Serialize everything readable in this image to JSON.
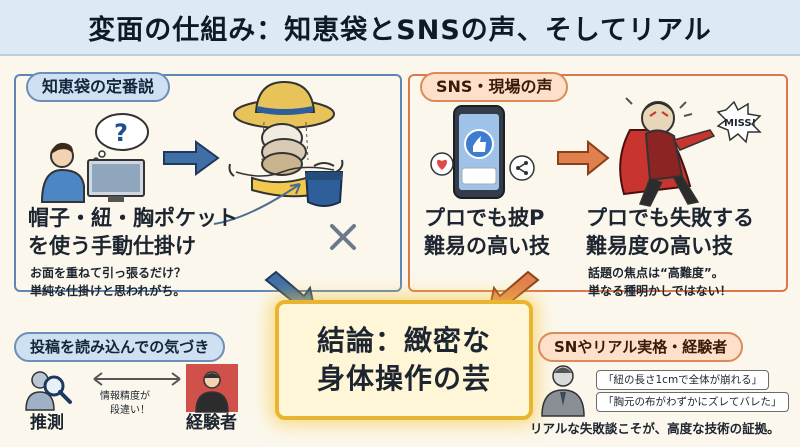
{
  "title": "変面の仕組み：知恵袋とSNSの声、そしてリアル",
  "left_panel": {
    "tag": "知恵袋の定番説",
    "headline_1": "帽子・紐・胸ポケット",
    "headline_2": "を使う手動仕掛け",
    "note_1": "お面を重ねて引っ張るだけ？",
    "note_2": "単純な仕掛けと思われがち。"
  },
  "right_panel": {
    "tag": "SNS・現場の声",
    "headline_left_1": "プロでも披P",
    "headline_left_2": "難易の高い技",
    "headline_right_1": "プロでも失敗する",
    "headline_right_2": "難易度の高い技",
    "note_1": "話題の焦点は“高難度”。",
    "note_2": "単なる種明かしではない！",
    "miss_label": "MISS!"
  },
  "conclusion": {
    "line_1": "結論：緻密な",
    "line_2": "身体操作の芸"
  },
  "bottom_left": {
    "tag": "投稿を読み込んでの気づき",
    "left_label": "推測",
    "right_label": "経験者",
    "arrow_caption_1": "情報精度が",
    "arrow_caption_2": "段違い！"
  },
  "bottom_right": {
    "tag": "SNやリアル実格・経験者",
    "quote_1": "「紐の長さ1cmで全体が崩れる」",
    "quote_2": "「胸元の布がわずかにズレてバレた」",
    "caption": "リアルな失敗談こそが、高度な技術の証拠。"
  },
  "colors": {
    "blue": "#5f87b3",
    "orange": "#d8794d",
    "gold": "#e9b531"
  }
}
